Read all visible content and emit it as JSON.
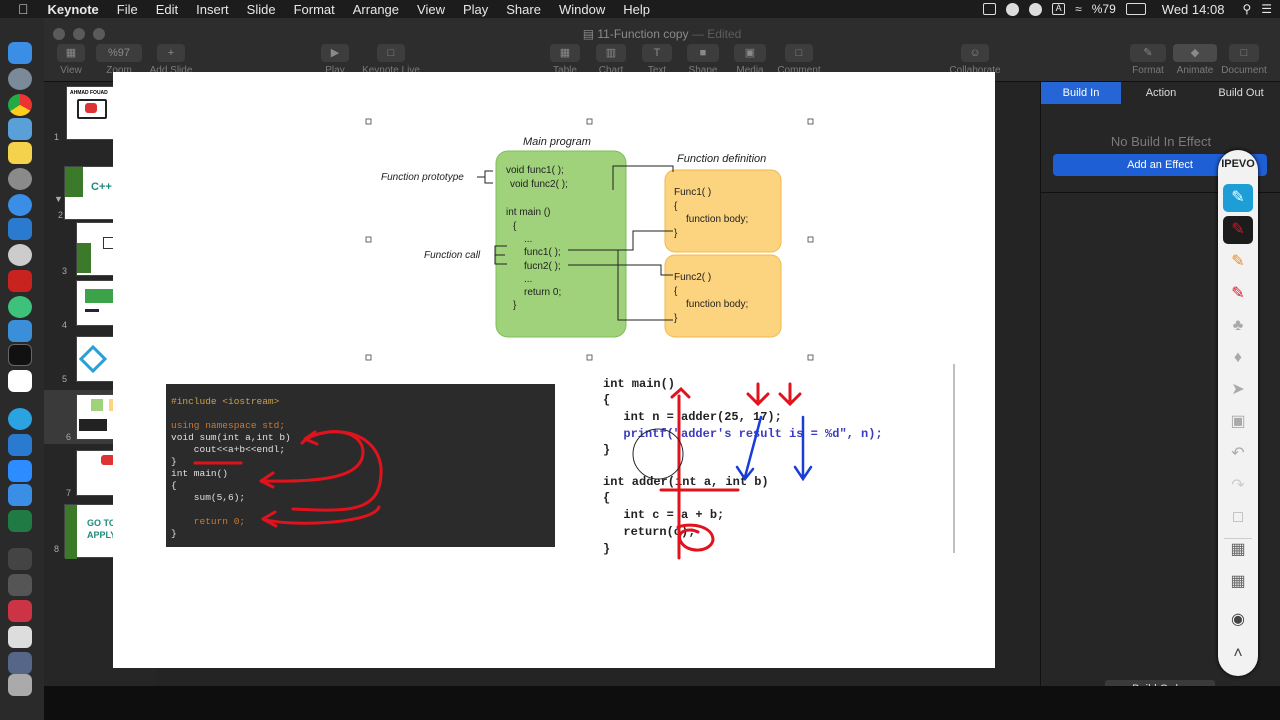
{
  "menubar": {
    "app": "Keynote",
    "items": [
      "File",
      "Edit",
      "Insert",
      "Slide",
      "Format",
      "Arrange",
      "View",
      "Play",
      "Share",
      "Window",
      "Help"
    ],
    "battery": "%79",
    "clock": "Wed 14:08"
  },
  "window": {
    "title": "11-Function copy",
    "edited": "— Edited"
  },
  "toolbar": {
    "view": "View",
    "zoom": "Zoom",
    "zoom_value": "%97",
    "add_slide": "Add Slide",
    "play": "Play",
    "keynote_live": "Keynote Live",
    "table": "Table",
    "chart": "Chart",
    "text": "Text",
    "shape": "Shape",
    "media": "Media",
    "comment": "Comment",
    "collaborate": "Collaborate",
    "format": "Format",
    "animate": "Animate",
    "document": "Document"
  },
  "slides": [
    {
      "n": "1",
      "title": "AHMAD FOUAD"
    },
    {
      "n": "2",
      "title": "C++"
    },
    {
      "n": "3"
    },
    {
      "n": "4"
    },
    {
      "n": "5"
    },
    {
      "n": "6"
    },
    {
      "n": "7"
    },
    {
      "n": "8",
      "title": "GO TO APPLY"
    }
  ],
  "inspector": {
    "tabs": [
      "Build In",
      "Action",
      "Build Out"
    ],
    "no_effect": "No Build In Effect",
    "add_effect": "Add an Effect",
    "build_order": "Build Order"
  },
  "diagram": {
    "main_title": "Main program",
    "def_title": "Function definition",
    "proto_label": "Function prototype",
    "call_label": "Function call",
    "main_lines": [
      "void func1( );",
      "void func2( );",
      "int main ()",
      "{",
      "...",
      "func1( );",
      "fucn2( );",
      "...",
      "return 0;",
      "}"
    ],
    "func1": [
      "Func1( )",
      "{",
      "function body;",
      "}"
    ],
    "func2": [
      "Func2( )",
      "{",
      "function body;",
      "}"
    ]
  },
  "editor": {
    "lines": [
      "#include <iostream>",
      "",
      "using namespace std;",
      "void sum(int a,int b)",
      "    cout<<a+b<<endl;",
      "}",
      "int main()",
      "{",
      "    sum(5,6);",
      "",
      "    return 0;",
      "}"
    ]
  },
  "adder": {
    "lines": [
      "int main()",
      "{",
      "  int n = adder(25, 17);",
      "  printf(\"adder's result is = %d\", n);",
      "}",
      "int adder(int a, int b)",
      "{",
      "  int c = a + b;",
      "  return(c);",
      "}"
    ]
  },
  "ipevo": {
    "brand": "IPEVO"
  },
  "colors": {
    "accent": "#1e5fd6",
    "ink_red": "#e0131d",
    "ink_blue": "#1a3dd6",
    "green_box": "#9fd27a",
    "orange_box": "#fcd37e"
  }
}
